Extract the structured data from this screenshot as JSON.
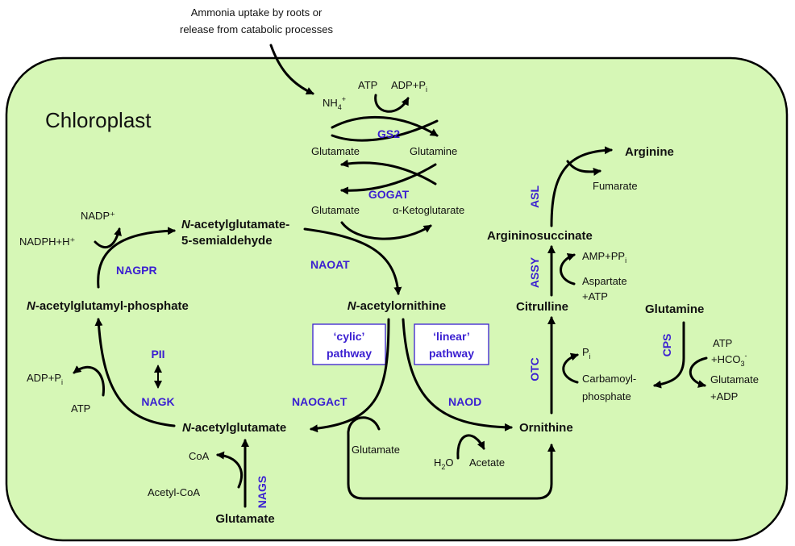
{
  "title": "Chloroplast",
  "intro": [
    "Ammonia uptake by roots or",
    "release from catabolic processes"
  ],
  "colors": {
    "chloroplast": "#d6f7b6",
    "enzyme": "#3a1fd1",
    "line": "#000000"
  },
  "metabolites": {
    "nh4": "NH",
    "nh4_sub": "4",
    "nh4_sup": "+",
    "atp_gs": "ATP",
    "adp_gs": "ADP+P",
    "adp_gs_sub": "i",
    "glutamate_gs": "Glutamate",
    "glutamine_gs": "Glutamine",
    "glutamate_gogat": "Glutamate",
    "ketoglutarate": "α-Ketoglutarate",
    "nadp": "NADP⁺",
    "nadph": "NADPH+H⁺",
    "semialdehyde_1_italic": "N",
    "semialdehyde_1": "-acetylglutamate-",
    "semialdehyde_2": "5-semialdehyde",
    "phosphate_italic": "N",
    "phosphate": "-acetylglutamyl-phosphate",
    "adp_nagk": "ADP+P",
    "adp_nagk_sub": "i",
    "atp_nagk": "ATP",
    "acetylglutamate_italic": "N",
    "acetylglutamate": "-acetylglutamate",
    "coa": "CoA",
    "acetylcoa": "Acetyl-CoA",
    "glutamate_bottom": "Glutamate",
    "acetylornithine_italic": "N",
    "acetylornithine": "-acetylornithine",
    "glutamate_cycle": "Glutamate",
    "h2o": "H",
    "h2o_sub": "2",
    "h2o_end": "O",
    "acetate": "Acetate",
    "ornithine": "Ornithine",
    "citrulline": "Citrulline",
    "argininosuccinate": "Argininosuccinate",
    "arginine": "Arginine",
    "fumarate": "Fumarate",
    "amp": "AMP+PP",
    "amp_sub": "i",
    "aspartate_1": "Aspartate",
    "aspartate_2": "+ATP",
    "pi_otc": "P",
    "pi_otc_sub": "i",
    "carbamoyl_1": "Carbamoyl-",
    "carbamoyl_2": "phosphate",
    "glutamine_cps": "Glutamine",
    "atp_cps": "ATP",
    "hco3": "+HCO",
    "hco3_sub": "3",
    "hco3_sup": "-",
    "glutamate_cps": "Glutamate",
    "adp_cps": "+ADP"
  },
  "enzymes": {
    "gs2": "GS2",
    "gogat": "GOGAT",
    "nagpr": "NAGPR",
    "pii": "PII",
    "nagk": "NAGK",
    "nags": "NAGS",
    "naoat": "NAOAT",
    "naogact": "NAOGAcT",
    "naod": "NAOD",
    "asl": "ASL",
    "assy": "ASSY",
    "otc": "OTC",
    "cps": "CPS"
  },
  "pathways": {
    "cyclic_1": "‘cylic’",
    "cyclic_2": "pathway",
    "linear_1": "‘linear’",
    "linear_2": "pathway"
  }
}
